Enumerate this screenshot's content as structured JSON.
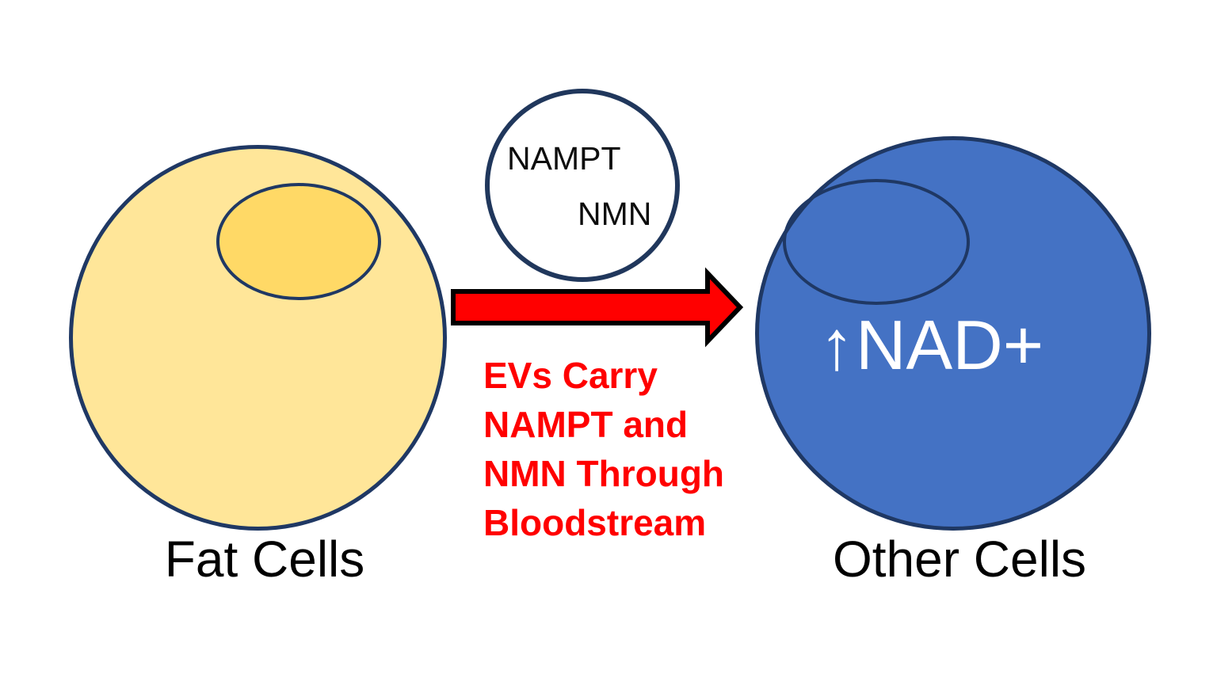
{
  "diagram": {
    "title_context": "Fat cell EV NAD+ transfer diagram",
    "colors": {
      "fat_cell_fill": "#FFE699",
      "fat_nucleus_fill": "#FFD966",
      "other_cell_fill": "#4472C4",
      "outline_navy": "#1F3864",
      "ev_outline_navy": "#20375C",
      "arrow_fill_red": "#FF0000",
      "arrow_outline_black": "#000000",
      "caption_red": "#FF0000",
      "nad_text_white": "#FFFFFF",
      "label_black": "#000000"
    },
    "fat_cell": {
      "label": "Fat Cells"
    },
    "ev_vesicle": {
      "nampt_label": "NAMPT",
      "nmn_label": "NMN"
    },
    "flow_caption": {
      "lines": [
        "EVs Carry",
        "NAMPT and",
        "NMN Through",
        "Bloodstream"
      ]
    },
    "other_cell": {
      "label": "Other Cells",
      "up_arrow": "↑",
      "nad_label": "NAD+"
    }
  }
}
